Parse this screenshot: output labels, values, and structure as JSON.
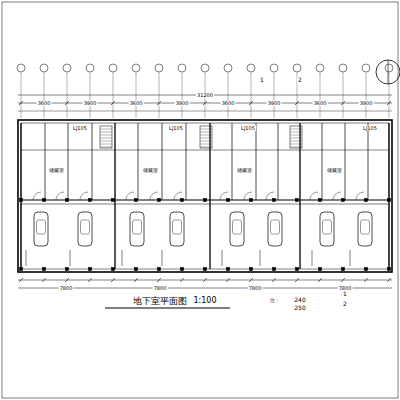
{
  "diagram": {
    "title": "地下室平面图",
    "labels": [
      "1:100",
      "3600",
      "3900",
      "3600",
      "3900",
      "3600",
      "3900",
      "3600",
      "3900",
      "31200",
      "7800",
      "7800",
      "7800",
      "7800",
      "LJ105",
      "LJ105",
      "LJ105",
      "LJ105",
      "1",
      "2",
      "1",
      "2",
      "注：",
      "240",
      "250",
      "储藏室",
      "储藏室",
      "储藏室",
      "储藏室"
    ]
  }
}
